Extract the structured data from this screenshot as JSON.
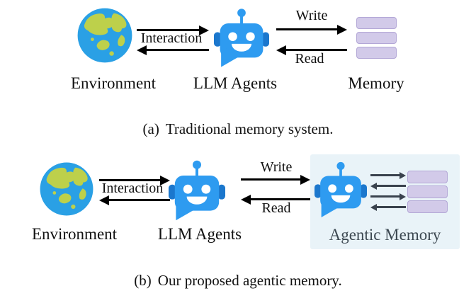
{
  "figure": {
    "colors": {
      "background": "#ffffff",
      "robot_head_blue": "#2e9bf0",
      "robot_ear_blue": "#1b77cd",
      "globe_ocean_blue": "#2aa0e5",
      "globe_land_green": "#bdd04b",
      "memory_slot_fill": "#d2cae9",
      "memory_slot_border": "#b3a7d6",
      "agentic_box_bg": "#e9f3f8",
      "inner_arrow_gray": "#39424d",
      "agentic_label_color": "#3d4952",
      "arrow_black": "#000000"
    },
    "icons": [
      "globe-icon",
      "robot-icon",
      "memory-slot"
    ],
    "panel_a": {
      "node_environment": "Environment",
      "node_llm_agents": "LLM Agents",
      "node_memory": "Memory",
      "arrow_interaction": "Interaction",
      "arrow_write": "Write",
      "arrow_read": "Read",
      "memory_slot_count": 3,
      "caption_label": "(a)",
      "caption_text": "Traditional memory system."
    },
    "panel_b": {
      "node_environment": "Environment",
      "node_llm_agents": "LLM Agents",
      "node_agentic_memory": "Agentic Memory",
      "arrow_interaction": "Interaction",
      "arrow_write": "Write",
      "arrow_read": "Read",
      "memory_slot_count": 3,
      "inner_arrow_count": 4,
      "caption_label": "(b)",
      "caption_text": "Our proposed agentic memory."
    }
  }
}
